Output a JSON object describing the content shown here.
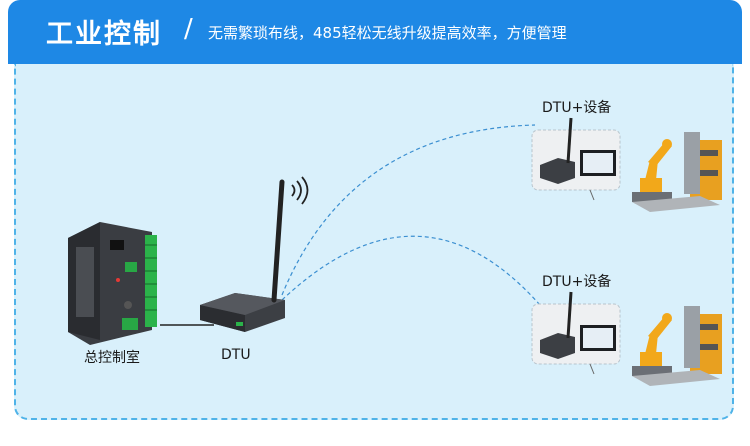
{
  "header": {
    "title": "工业控制",
    "separator": "/",
    "subtitle": "无需繁琐布线，485轻松无线升级提高效率，方便管理"
  },
  "diagram": {
    "controller_label": "总控制室",
    "dtu_label": "DTU",
    "device_top_label": "DTU+设备",
    "device_bottom_label": "DTU+设备"
  },
  "colors": {
    "header_bg": "#1e88e5",
    "panel_bg": "#d9f0fb",
    "panel_border": "#4fb3e8",
    "link_line": "#3b8fd1",
    "robot": "#f2a81a"
  }
}
